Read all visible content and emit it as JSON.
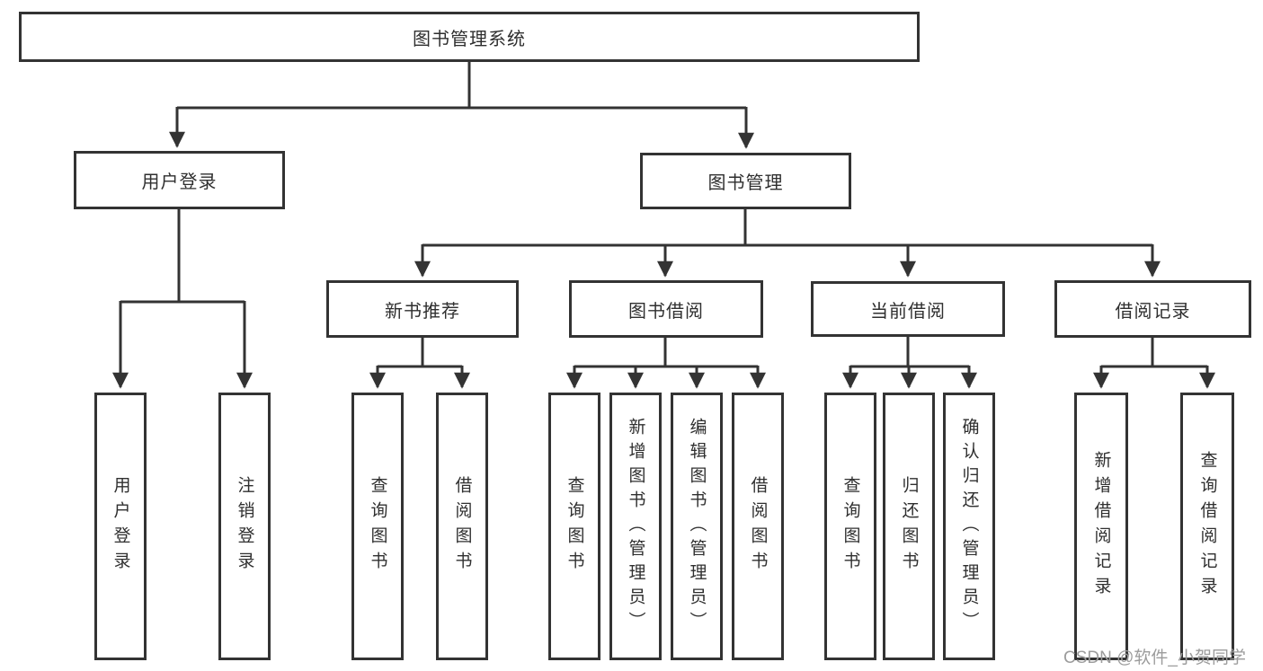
{
  "watermark": "CSDN @软件_小贺同学",
  "colors": {
    "line": "#333333",
    "box_border": "#333333",
    "text": "#2f2f2f",
    "watermark": "#9c9c9c",
    "background": "#ffffff"
  },
  "nodes": {
    "root": {
      "label": "图书管理系统"
    },
    "user_login": {
      "label": "用户登录"
    },
    "book_management": {
      "label": "图书管理"
    },
    "new_book_recommend": {
      "label": "新书推荐"
    },
    "book_borrowing": {
      "label": "图书借阅"
    },
    "current_borrowing": {
      "label": "当前借阅"
    },
    "borrowing_records": {
      "label": "借阅记录"
    },
    "leaves": {
      "user_login": {
        "label": "用户登录",
        "parent": "用户登录"
      },
      "logout": {
        "label": "注销登录",
        "parent": "用户登录"
      },
      "recommend_query_books": {
        "label": "查询图书",
        "parent": "新书推荐"
      },
      "recommend_borrow_books": {
        "label": "借阅图书",
        "parent": "新书推荐"
      },
      "borrow_query_books": {
        "label": "查询图书",
        "parent": "图书借阅"
      },
      "borrow_add_books": {
        "label": "新增图书（管理员）",
        "parent": "图书借阅"
      },
      "borrow_edit_books": {
        "label": "编辑图书（管理员）",
        "parent": "图书借阅"
      },
      "borrow_borrow_books": {
        "label": "借阅图书",
        "parent": "图书借阅"
      },
      "current_query_books": {
        "label": "查询图书",
        "parent": "当前借阅"
      },
      "current_return_books": {
        "label": "归还图书",
        "parent": "当前借阅"
      },
      "current_confirm_return": {
        "label": "确认归还（管理员）",
        "parent": "当前借阅"
      },
      "records_add_record": {
        "label": "新增借阅记录",
        "parent": "借阅记录"
      },
      "records_query_record": {
        "label": "查询借阅记录",
        "parent": "借阅记录"
      }
    }
  }
}
